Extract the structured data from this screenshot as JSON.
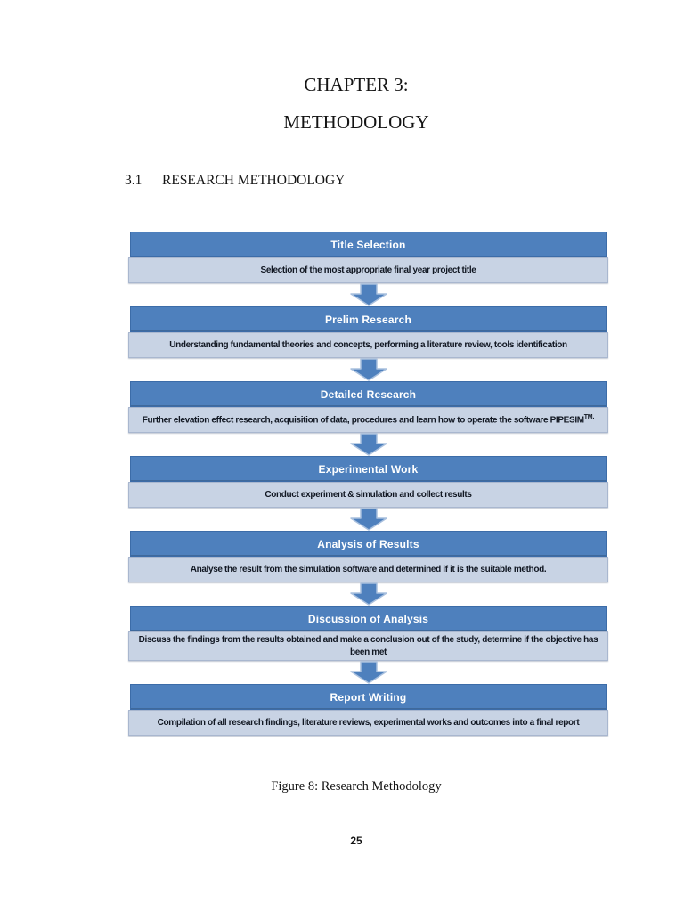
{
  "page": {
    "chapter_line1": "CHAPTER 3:",
    "chapter_line2": "METHODOLOGY",
    "section_number": "3.1",
    "section_title": "RESEARCH METHODOLOGY",
    "caption": "Figure 8: Research Methodology",
    "page_number": "25"
  },
  "flowchart": {
    "steps": [
      {
        "title": "Title Selection",
        "desc": "Selection of the most appropriate final year project title"
      },
      {
        "title": "Prelim Research",
        "desc": "Understanding fundamental theories and concepts, performing a literature review, tools identification"
      },
      {
        "title": "Detailed Research",
        "desc": "Further elevation effect research, acquisition of data, procedures and learn how to operate the software PIPESIM",
        "desc_sup": "TM."
      },
      {
        "title": "Experimental Work",
        "desc": "Conduct experiment & simulation and collect results"
      },
      {
        "title": "Analysis of Results",
        "desc": "Analyse the result from the simulation software and determined if it is the suitable method."
      },
      {
        "title": "Discussion of Analysis",
        "desc": "Discuss the findings from the results obtained and make a conclusion out of the study, determine if the objective has been met"
      },
      {
        "title": "Report Writing",
        "desc": "Compilation of all research findings, literature reviews, experimental works and outcomes into a final report"
      }
    ],
    "colors": {
      "header_bg": "#4e80bd",
      "header_border": "#3c6ca8",
      "header_text": "#ffffff",
      "desc_bg": "#c8d3e4",
      "desc_border": "#a9b7cf",
      "desc_text": "#111722",
      "arrow_fill": "#4e80bd",
      "arrow_stroke": "#a9c0de"
    }
  }
}
